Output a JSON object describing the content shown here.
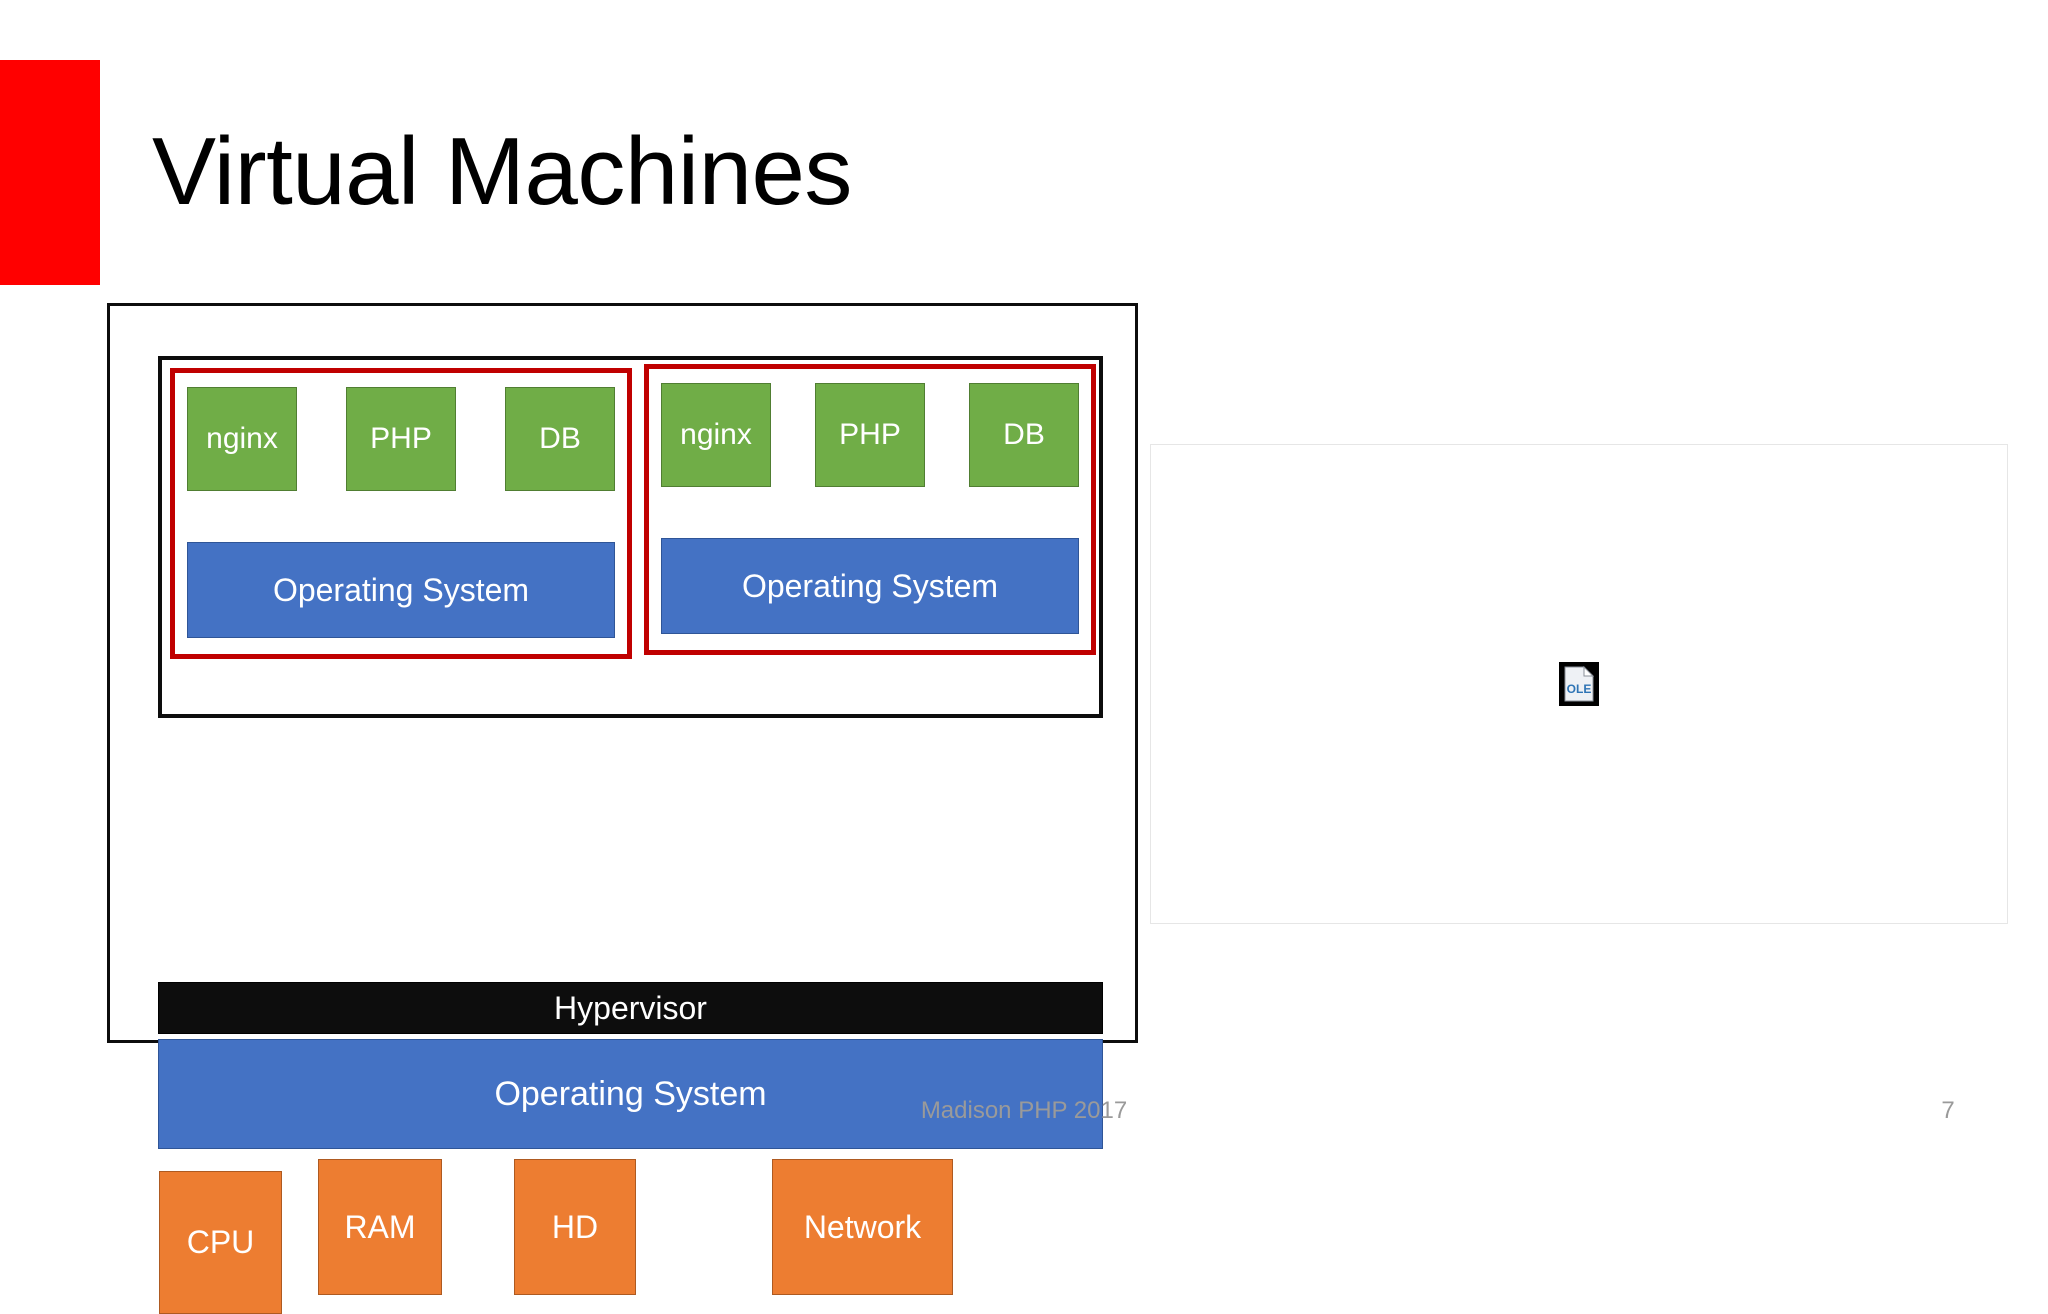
{
  "slide": {
    "title": "Virtual Machines",
    "accent_color": "#ff0000",
    "footer": {
      "center_text": "Madison PHP 2017",
      "page_number": "7"
    }
  },
  "diagram": {
    "name": "virtual-machines-stack",
    "colors": {
      "service": "#70ad47",
      "operating_system": "#4472c4",
      "hypervisor": "#0d0d0d",
      "hardware": "#ed7d31",
      "vm_outline": "#c00000",
      "host_outline": "#0d0d0d"
    },
    "vms": [
      {
        "services": [
          {
            "label": "nginx"
          },
          {
            "label": "PHP"
          },
          {
            "label": "DB"
          }
        ],
        "os_label": "Operating System"
      },
      {
        "services": [
          {
            "label": "nginx"
          },
          {
            "label": "PHP"
          },
          {
            "label": "DB"
          }
        ],
        "os_label": "Operating System"
      }
    ],
    "hypervisor_label": "Hypervisor",
    "host_os_label": "Operating System",
    "hardware": [
      {
        "label": "CPU"
      },
      {
        "label": "RAM"
      },
      {
        "label": "HD"
      },
      {
        "label": "Network"
      }
    ]
  },
  "ole_object": {
    "icon_label": "OLE",
    "icon_text_color": "#2e74b5"
  }
}
